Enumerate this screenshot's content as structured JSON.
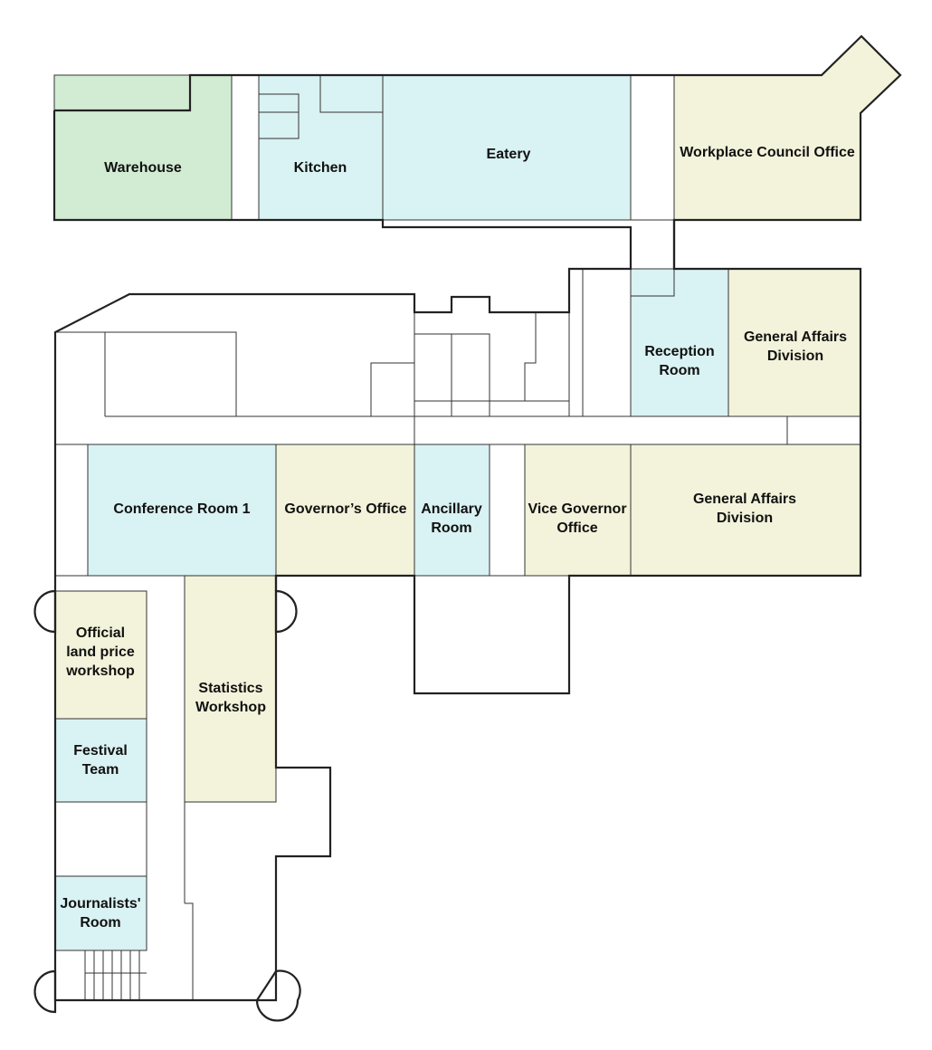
{
  "colors": {
    "storage": "#d1ecd2",
    "public": "#d9f2f3",
    "office": "#f3f3db",
    "wall": "#222222"
  },
  "rooms": {
    "warehouse": {
      "label": [
        "Warehouse"
      ],
      "category": "storage"
    },
    "kitchen": {
      "label": [
        "Kitchen"
      ],
      "category": "public"
    },
    "eatery": {
      "label": [
        "Eatery"
      ],
      "category": "public"
    },
    "workplace_council_office": {
      "label": [
        "Workplace Council Office"
      ],
      "category": "office"
    },
    "reception_room": {
      "label": [
        "Reception",
        "Room"
      ],
      "category": "public"
    },
    "general_affairs_division_upper": {
      "label": [
        "General Affairs",
        "Division"
      ],
      "category": "office"
    },
    "conference_room_1": {
      "label": [
        "Conference Room 1"
      ],
      "category": "public"
    },
    "governors_office": {
      "label": [
        "Governor’s Office"
      ],
      "category": "office"
    },
    "ancillary_room": {
      "label": [
        "Ancillary",
        "Room"
      ],
      "category": "public"
    },
    "vice_governor_office": {
      "label": [
        "Vice Governor",
        "Office"
      ],
      "category": "office"
    },
    "general_affairs_division_lower": {
      "label": [
        "General Affairs",
        "Division"
      ],
      "category": "office"
    },
    "official_land_price_workshop": {
      "label": [
        "Official",
        "land price",
        "workshop"
      ],
      "category": "office"
    },
    "statistics_workshop": {
      "label": [
        "Statistics",
        "Workshop"
      ],
      "category": "office"
    },
    "festival_team": {
      "label": [
        "Festival",
        "Team"
      ],
      "category": "public"
    },
    "journalists_room": {
      "label": [
        "Journalists'",
        "Room"
      ],
      "category": "public"
    }
  }
}
